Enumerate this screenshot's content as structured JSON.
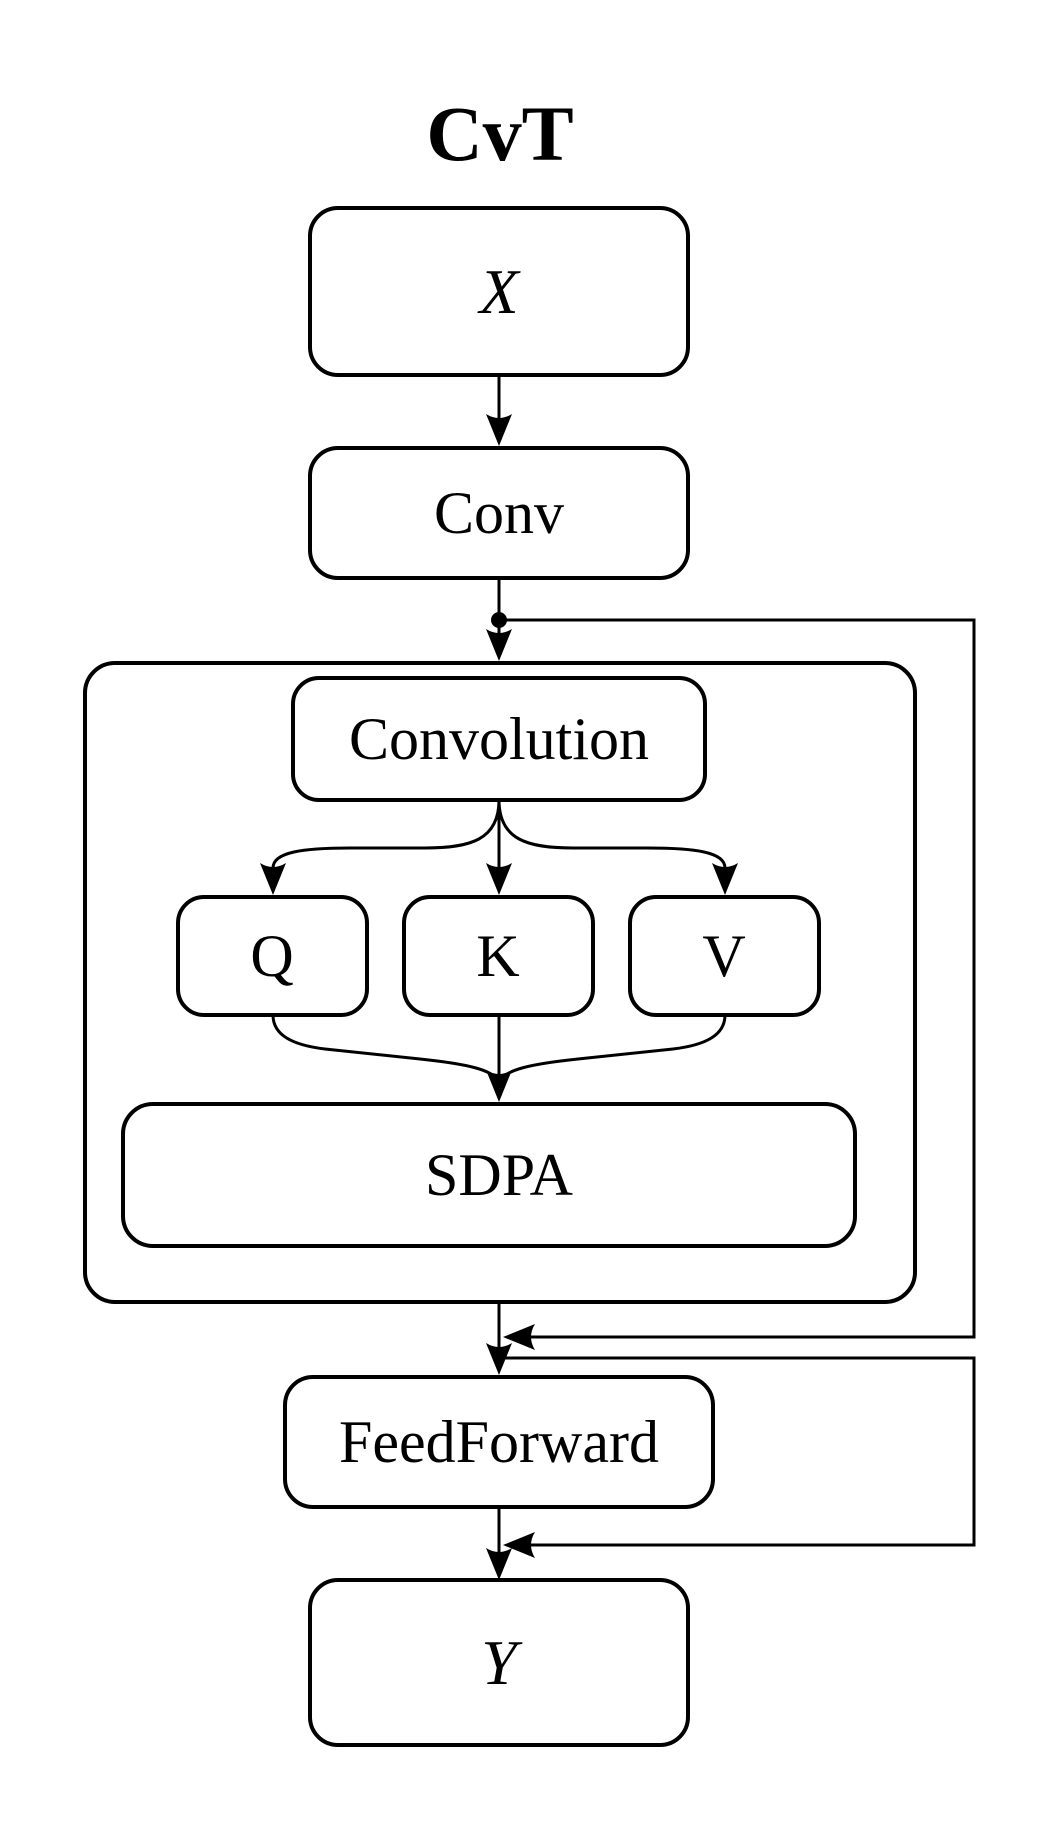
{
  "diagram": {
    "title": "CvT",
    "background_color": "#ffffff",
    "stroke_color": "#000000",
    "nodes": {
      "x": {
        "label": "X"
      },
      "conv": {
        "label": "Conv"
      },
      "convolution": {
        "label": "Convolution"
      },
      "q": {
        "label": "Q"
      },
      "k": {
        "label": "K"
      },
      "v": {
        "label": "V"
      },
      "sdpa": {
        "label": "SDPA"
      },
      "feedforward": {
        "label": "FeedForward"
      },
      "y": {
        "label": "Y"
      }
    },
    "edges": [
      {
        "from": "X",
        "to": "Conv"
      },
      {
        "from": "Conv",
        "to": "attention-block (Convolution)"
      },
      {
        "from": "Conv",
        "to": "residual skip 1 (merges before FeedForward)"
      },
      {
        "from": "Convolution",
        "to": "Q"
      },
      {
        "from": "Convolution",
        "to": "K"
      },
      {
        "from": "Convolution",
        "to": "V"
      },
      {
        "from": "Q",
        "to": "SDPA"
      },
      {
        "from": "K",
        "to": "SDPA"
      },
      {
        "from": "V",
        "to": "SDPA"
      },
      {
        "from": "attention-block output",
        "to": "FeedForward"
      },
      {
        "from": "merge point 1",
        "to": "residual skip 2 (merges before Y)"
      },
      {
        "from": "FeedForward",
        "to": "Y"
      }
    ]
  }
}
